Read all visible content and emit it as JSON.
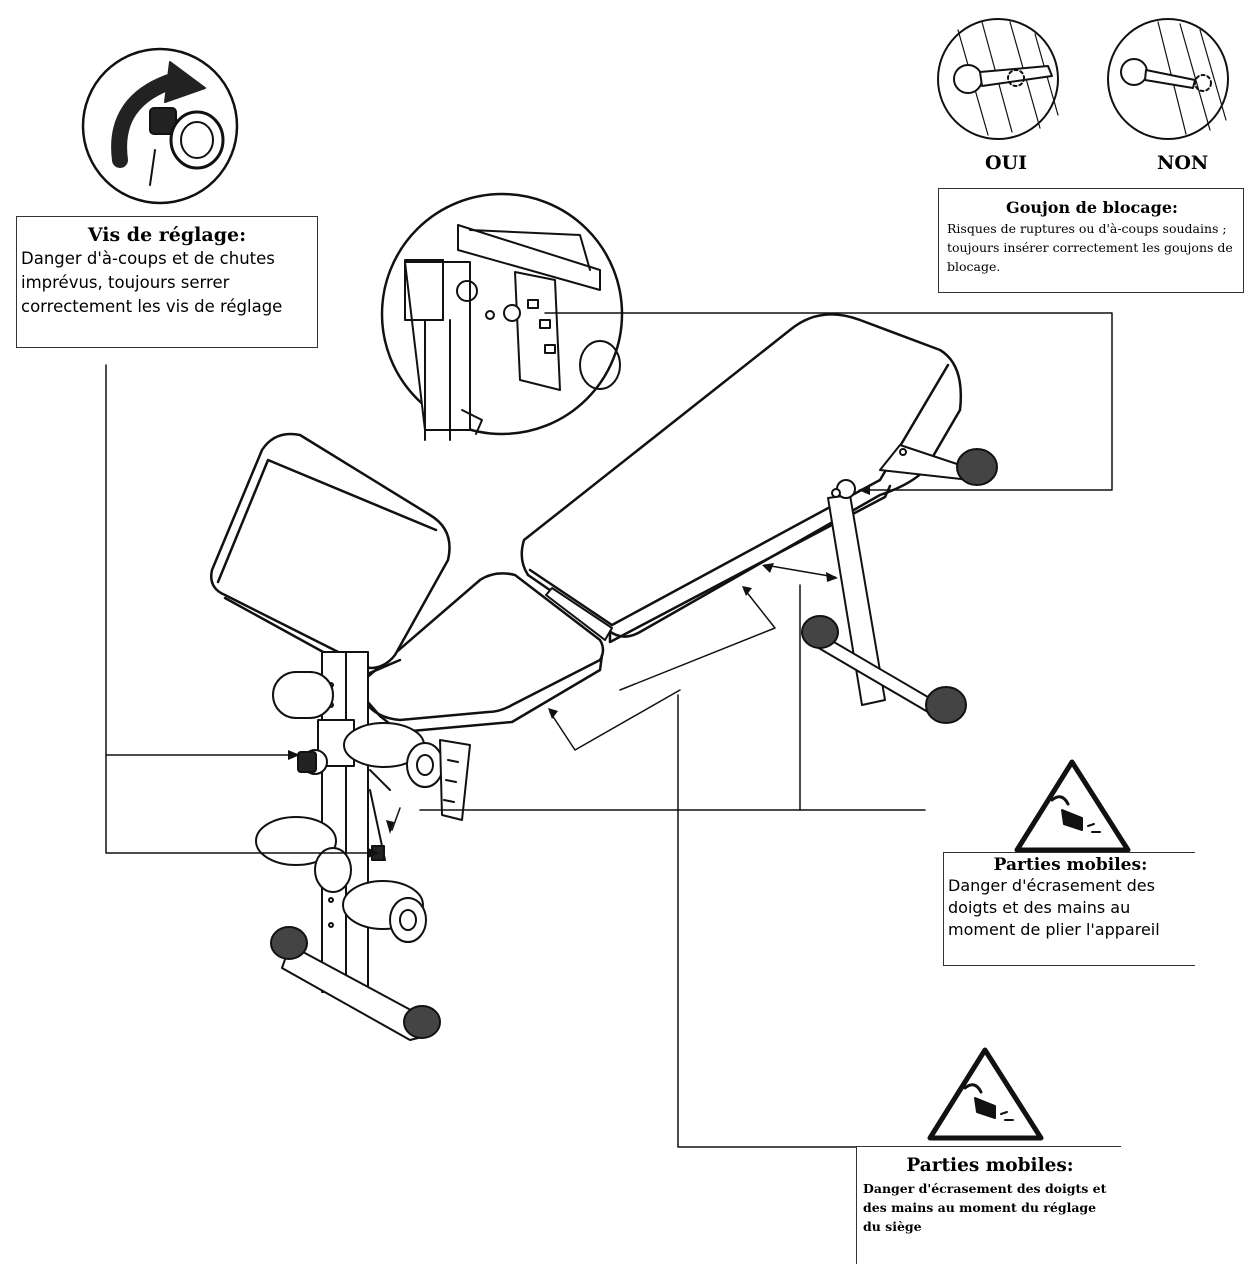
{
  "callouts": {
    "adjusting_screw": {
      "title": "Vis de réglage:",
      "body": "Danger d'à-coups et de chutes  imprévus, toujours serrer correctement les vis de réglage"
    },
    "locking_pin": {
      "title": "Goujon de blocage:",
      "body": "Risques de ruptures ou d'à-coups soudains ; toujours insérer correctement les goujons de blocage."
    },
    "moving_parts_folding": {
      "title": "Parties mobiles:",
      "body": "Danger d'écrasement des doigts et des mains au moment de plier l'appareil"
    },
    "moving_parts_seat": {
      "title": "Parties mobiles:",
      "body": "Danger d'écrasement des doigts et des mains au moment du réglage du siège"
    }
  },
  "pin_examples": {
    "yes_label": "OUI",
    "no_label": "NON"
  },
  "icons": [
    "knob-rotation-icon",
    "pin-correct-icon",
    "pin-incorrect-icon",
    "hand-crush-warning-icon"
  ]
}
